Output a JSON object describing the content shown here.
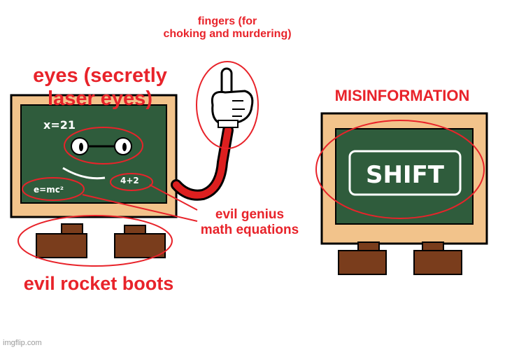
{
  "annotations": {
    "fingers": "fingers (for\nchoking and murdering)",
    "eyes": "eyes (secretly\nlaser eyes)",
    "misinformation": "MISINFORMATION",
    "math": "evil genius\nmath equations",
    "boots": "evil rocket boots"
  },
  "chalkboard_left": {
    "equation_top": "x=21",
    "equation_bottom_left": "e=mc²",
    "equation_bottom_right": "4+2"
  },
  "chalkboard_right": {
    "sign": "SHIFT"
  },
  "watermark": "imgflip.com",
  "colors": {
    "annotation_red": "#e8232a",
    "board_green": "#2f5c3c",
    "frame_tan": "#f2c38b",
    "boot_brown": "#7a3d1c",
    "arm_red": "#dd1f1f"
  }
}
